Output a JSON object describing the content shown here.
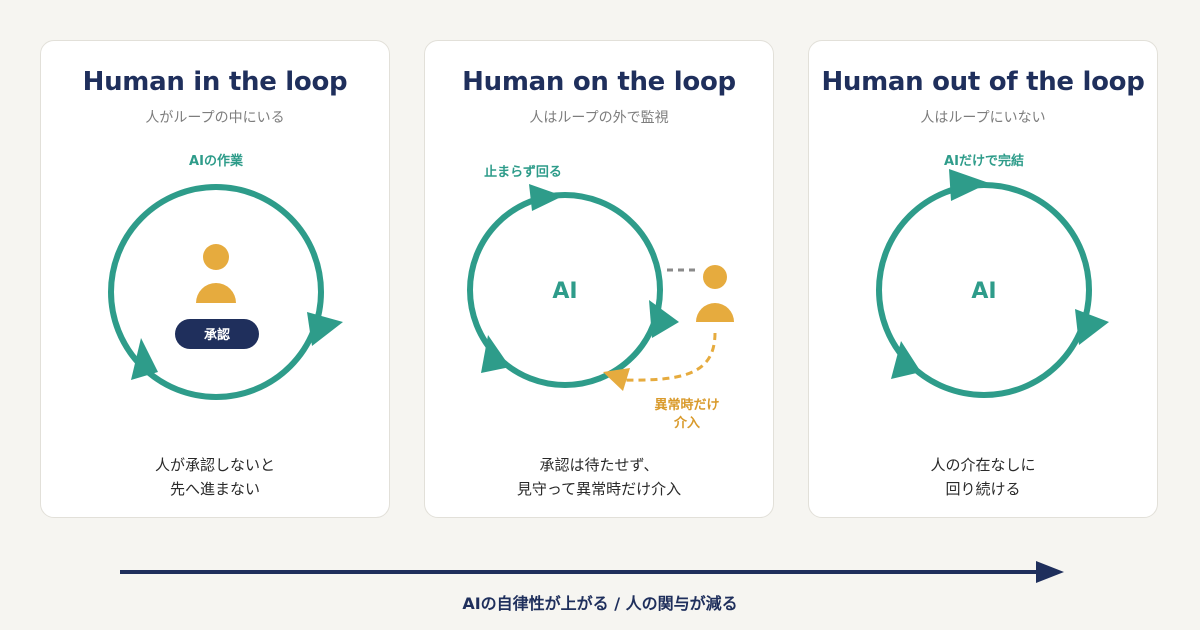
{
  "colors": {
    "teal": "#2e9c8a",
    "navy": "#1f2f5c",
    "amber": "#e6ab3e",
    "gray": "#8a8a8a"
  },
  "cards": [
    {
      "title": "Human in the loop",
      "subtitle": "人がループの中にいる",
      "loop_label": "AIの作業",
      "badge": "承認",
      "desc": [
        "人が承認しないと",
        "先へ進まない"
      ],
      "icons": [
        "person-icon",
        "arrow-icon"
      ]
    },
    {
      "title": "Human on the loop",
      "subtitle": "人はループの外で監視",
      "loop_label": "止まらず回る",
      "center": "AI",
      "intervene": [
        "異常時だけ",
        "介入"
      ],
      "desc": [
        "承認は待たせず、",
        "見守って異常時だけ介入"
      ],
      "icons": [
        "person-icon",
        "arrow-icon"
      ]
    },
    {
      "title": "Human out of the loop",
      "subtitle": "人はループにいない",
      "loop_label": "AIだけで完結",
      "center": "AI",
      "desc": [
        "人の介在なしに",
        "回り続ける"
      ],
      "icons": [
        "arrow-icon"
      ]
    }
  ],
  "axis": {
    "label": "AIの自律性が上がる / 人の関与が減る"
  }
}
